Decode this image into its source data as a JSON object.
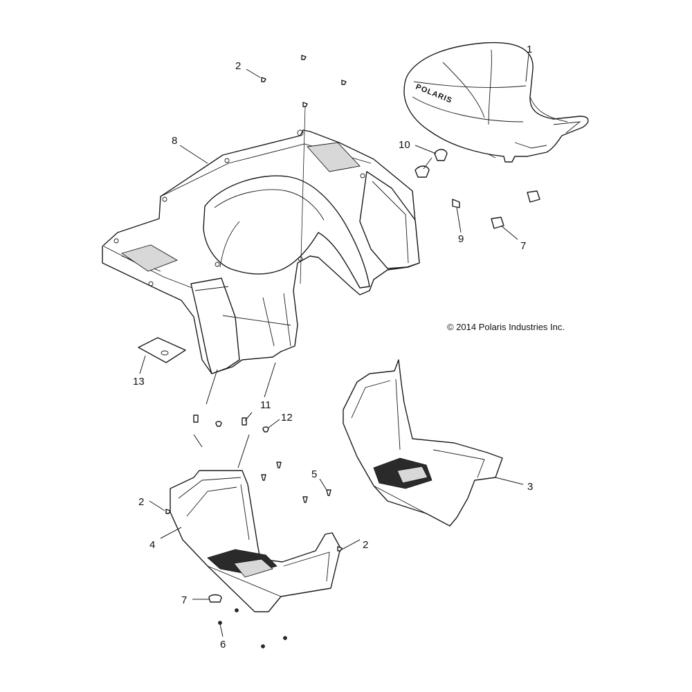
{
  "copyright": "© 2014 Polaris Industries Inc.",
  "callouts": [
    {
      "id": "c1",
      "label": "1"
    },
    {
      "id": "c2a",
      "label": "2"
    },
    {
      "id": "c2b",
      "label": "2"
    },
    {
      "id": "c2c",
      "label": "2"
    },
    {
      "id": "c3",
      "label": "3"
    },
    {
      "id": "c4",
      "label": "4"
    },
    {
      "id": "c5",
      "label": "5"
    },
    {
      "id": "c6",
      "label": "6"
    },
    {
      "id": "c7a",
      "label": "7"
    },
    {
      "id": "c7b",
      "label": "7"
    },
    {
      "id": "c8",
      "label": "8"
    },
    {
      "id": "c9",
      "label": "9"
    },
    {
      "id": "c10",
      "label": "10"
    },
    {
      "id": "c11",
      "label": "11"
    },
    {
      "id": "c12",
      "label": "12"
    },
    {
      "id": "c13",
      "label": "13"
    }
  ],
  "seat_logo": "POLARIS"
}
